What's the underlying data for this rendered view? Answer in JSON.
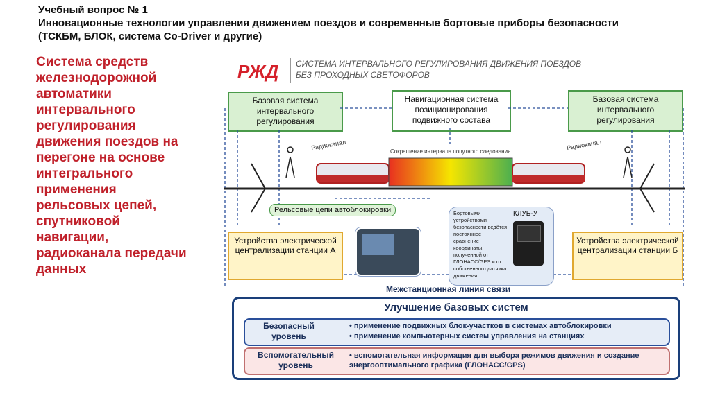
{
  "header": {
    "line1": "Учебный вопрос № 1",
    "line2": "Инновационные технологии управления движением поездов и современные бортовые приборы безопасности (ТСКБМ, БЛОК, система Co-Driver и другие)"
  },
  "left_text": "Система средств железнодорожной автоматики интервального регулирования движения поездов на перегоне на основе интегрального применения рельсовых цепей, спутниковой навигации, радиоканала передачи данных",
  "diagram": {
    "logo": "РЖД",
    "title_line1": "СИСТЕМА ИНТЕРВАЛЬНОГО РЕГУЛИРОВАНИЯ ДВИЖЕНИЯ ПОЕЗДОВ",
    "title_line2": "БЕЗ ПРОХОДНЫХ СВЕТОФОРОВ",
    "base_left": "Базовая система интервального регулирования",
    "navigation": "Навигационная система позиционирования подвижного состава",
    "base_right": "Базовая система интервального регулирования",
    "radio_left": "Радиоканал",
    "radio_right": "Радиоканал",
    "interval_label": "Сокращение интервала попутного следования",
    "rail_circuits": "Рельсовые цепи автоблокировки",
    "onboard_text": "Бортовыми устройствами безопасности ведётся постоянное сравнение координаты, полученной от ГЛОНАСС/GPS и от собственного датчика движения",
    "klub": "КЛУБ-У",
    "station_a": "Устройства электрической централизации станции А",
    "station_b": "Устройства электрической централизации станции Б",
    "interstation": "Межстанционная линия связи",
    "improve_title": "Улучшение базовых систем",
    "safe_level": "Безопасный уровень",
    "safe_b1": "применение подвижных блок-участков в системах автоблокировки",
    "safe_b2": "применение компьютерных систем управления на станциях",
    "aux_level": "Вспомогательный уровень",
    "aux_b1": "вспомогательная информация для выбора режимов движения и создание энергооптимального графика (ГЛОНАСС/GPS)"
  },
  "colors": {
    "red_text": "#c0202a",
    "navy": "#1a3f7a",
    "green_box": "#d9f0d2",
    "yellow_box": "#fff4c8"
  }
}
